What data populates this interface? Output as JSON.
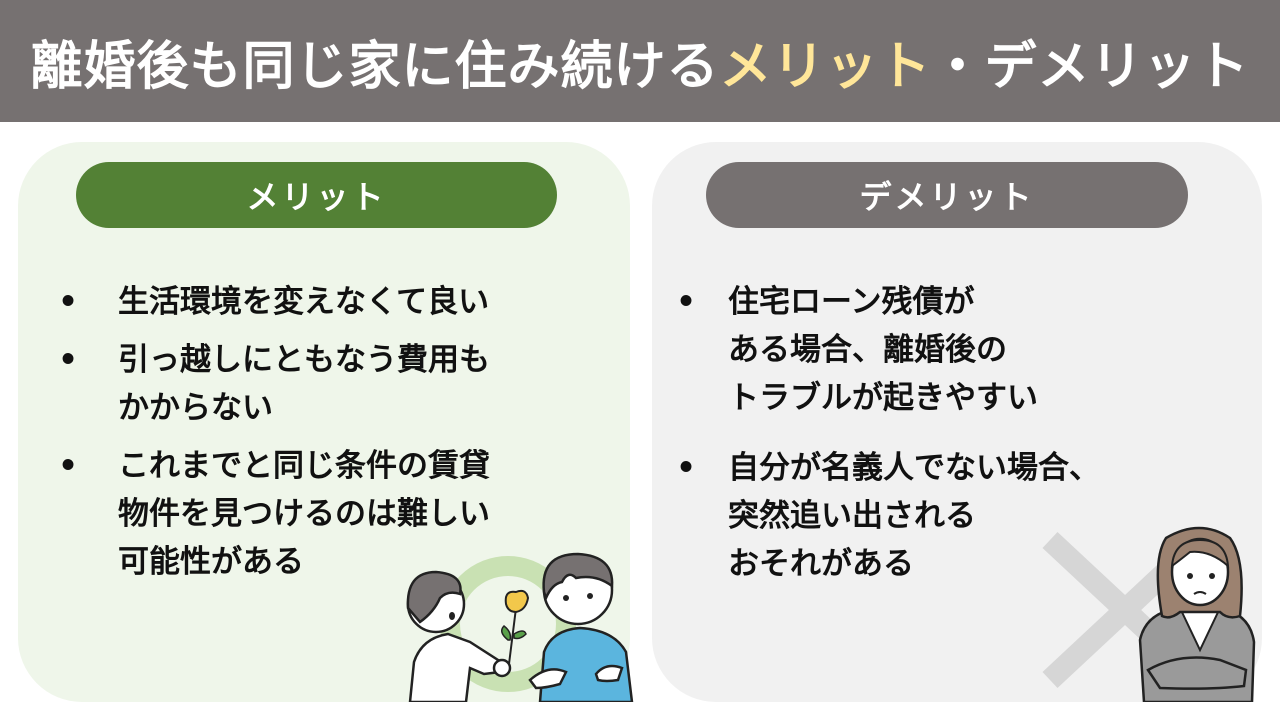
{
  "header": {
    "title_prefix": "離婚後も同じ家に住み続ける",
    "title_highlight": "メリット",
    "title_suffix": "・デメリット",
    "background_color": "#767171",
    "highlight_color": "#ffe699"
  },
  "merit": {
    "label": "メリット",
    "pill_color": "#538135",
    "card_color": "#eff6ea",
    "items": [
      {
        "bullet": "•",
        "text": "生活環境を変えなくて良い"
      },
      {
        "bullet": "•",
        "text": "引っ越しにともなう費用も\nかからない"
      },
      {
        "bullet": "•",
        "text": "これまでと同じ条件の賃貸\n物件を見つけるのは難しい\n可能性がある"
      }
    ],
    "illustration": "two-people-flower-illustration"
  },
  "demerit": {
    "label": "デメリット",
    "pill_color": "#767171",
    "card_color": "#f1f1f1",
    "items": [
      {
        "bullet": "•",
        "text": "住宅ローン残債が\nある場合、離婚後の\nトラブルが起きやすい"
      },
      {
        "bullet": "•",
        "text": "自分が名義人でない場合、\n突然追い出される\nおそれがある"
      }
    ],
    "illustration": "worried-woman-cross-illustration"
  }
}
